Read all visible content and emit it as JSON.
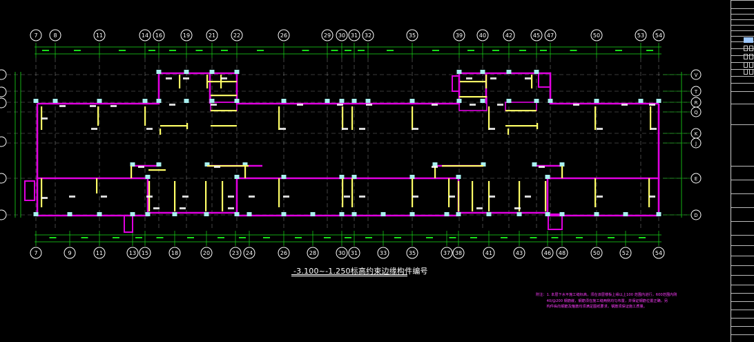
{
  "drawing": {
    "caption": "-3.100~-1.250标高约束边缘构件编号",
    "notes": [
      "附注：1. 本层下水平施工缝标高，须在该层楼板上缘以上100 范围内进行，600范围内刚",
      "　　　40/@200 钢筋嵌，钢筋须在施工缝两侧均匀布置，并保证钢筋位置正确，另",
      "　　　构件纵向钢筋及箍筋均须满足图纸要求，钢筋须保证施工质量。"
    ],
    "colors": {
      "axis": "#22ff22",
      "wall": "#e000e0",
      "column": "#a8f0f0",
      "boundary": "#ffff66",
      "dim": "#1adf1a",
      "text": "#ffffff",
      "dashed": "#ffffff"
    },
    "top_axes": [
      "7",
      "8",
      "11",
      "14",
      "16",
      "19",
      "21",
      "22",
      "26",
      "29",
      "30",
      "31",
      "32",
      "35",
      "39",
      "40",
      "42",
      "45",
      "47",
      "50",
      "53",
      "54"
    ],
    "bottom_axes": [
      "7",
      "9",
      "11",
      "13",
      "15",
      "18",
      "20",
      "23",
      "24",
      "26",
      "28",
      "30",
      "31",
      "33",
      "35",
      "37",
      "38",
      "41",
      "43",
      "46",
      "48",
      "50",
      "52",
      "54"
    ],
    "left_axes": [
      "",
      "",
      "",
      "",
      "",
      "",
      ""
    ],
    "right_axes": [
      "V",
      "T",
      "R",
      "Q",
      "K",
      "J",
      "E",
      "D"
    ]
  }
}
